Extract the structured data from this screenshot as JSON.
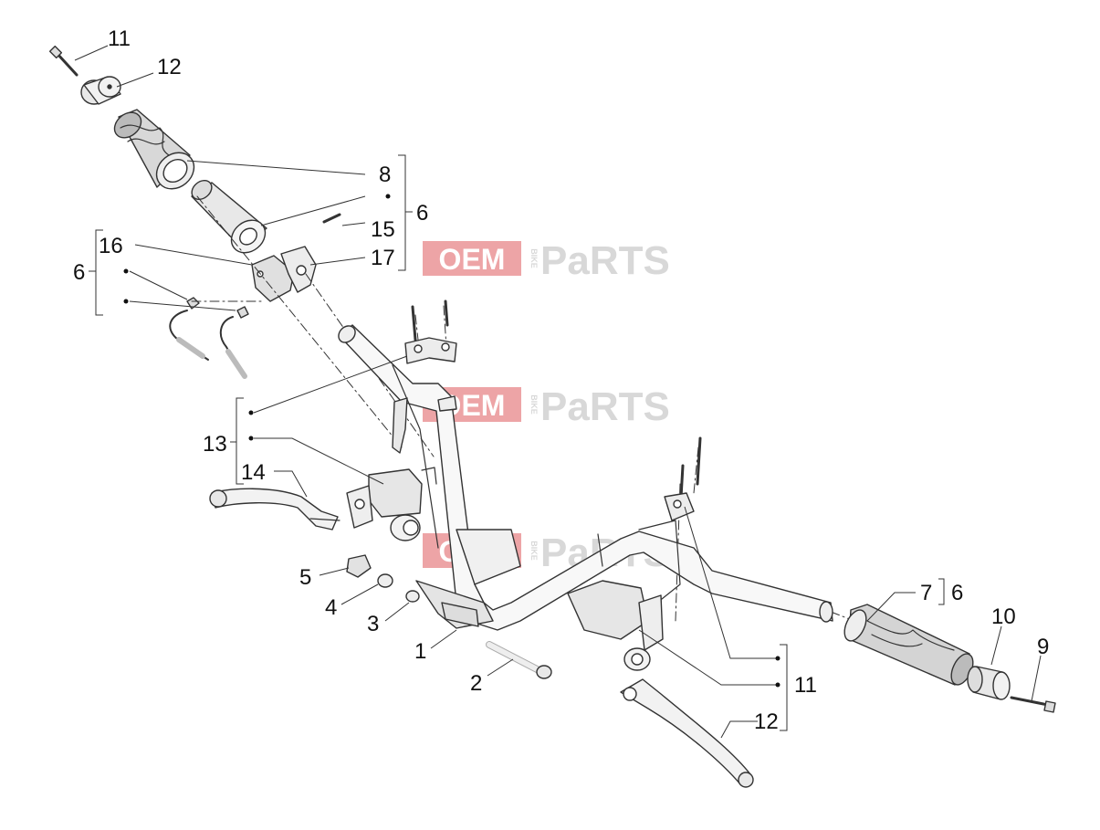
{
  "diagram": {
    "callouts": {
      "c11_top": "11",
      "c12_top": "12",
      "c8": "8",
      "c6_right": "6",
      "c15": "15",
      "c17": "17",
      "c16": "16",
      "c6_left": "6",
      "c13": "13",
      "c14": "14",
      "c5": "5",
      "c4": "4",
      "c3": "3",
      "c1": "1",
      "c2": "2",
      "c7": "7",
      "c6_grip": "6",
      "c10": "10",
      "c9": "9",
      "c11_bottom": "11",
      "c12_bottom": "12"
    },
    "watermark": {
      "oem": "OEM",
      "bike": "BIKE",
      "parts": "PaRTS",
      "colors": {
        "red": "#e05a5f",
        "gray": "#b9b9b9"
      }
    },
    "line_color": "#333333"
  }
}
